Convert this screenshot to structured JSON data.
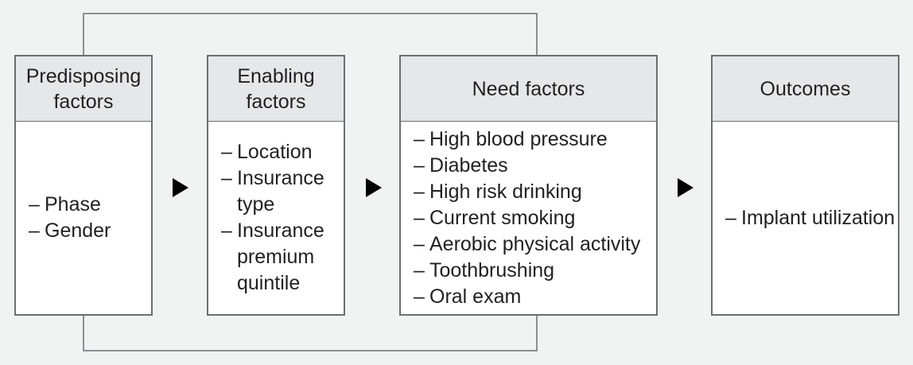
{
  "diagram": {
    "boxes": [
      {
        "title": "Predisposing\nfactors",
        "items": [
          "Phase",
          "Gender"
        ]
      },
      {
        "title": "Enabling\nfactors",
        "items": [
          "Location",
          "Insurance type",
          "Insurance premium quintile"
        ]
      },
      {
        "title": "Need factors",
        "items": [
          "High blood pressure",
          "Diabetes",
          "High risk drinking",
          "Current smoking",
          "Aerobic physical activity",
          "Toothbrushing",
          "Oral exam"
        ]
      },
      {
        "title": "Outcomes",
        "items": [
          "Implant utilization"
        ]
      }
    ]
  },
  "colors": {
    "background": "#f1f2f2",
    "header_fill": "#e6e7e8",
    "border": "#6d6e71",
    "arrow": "#000000"
  }
}
